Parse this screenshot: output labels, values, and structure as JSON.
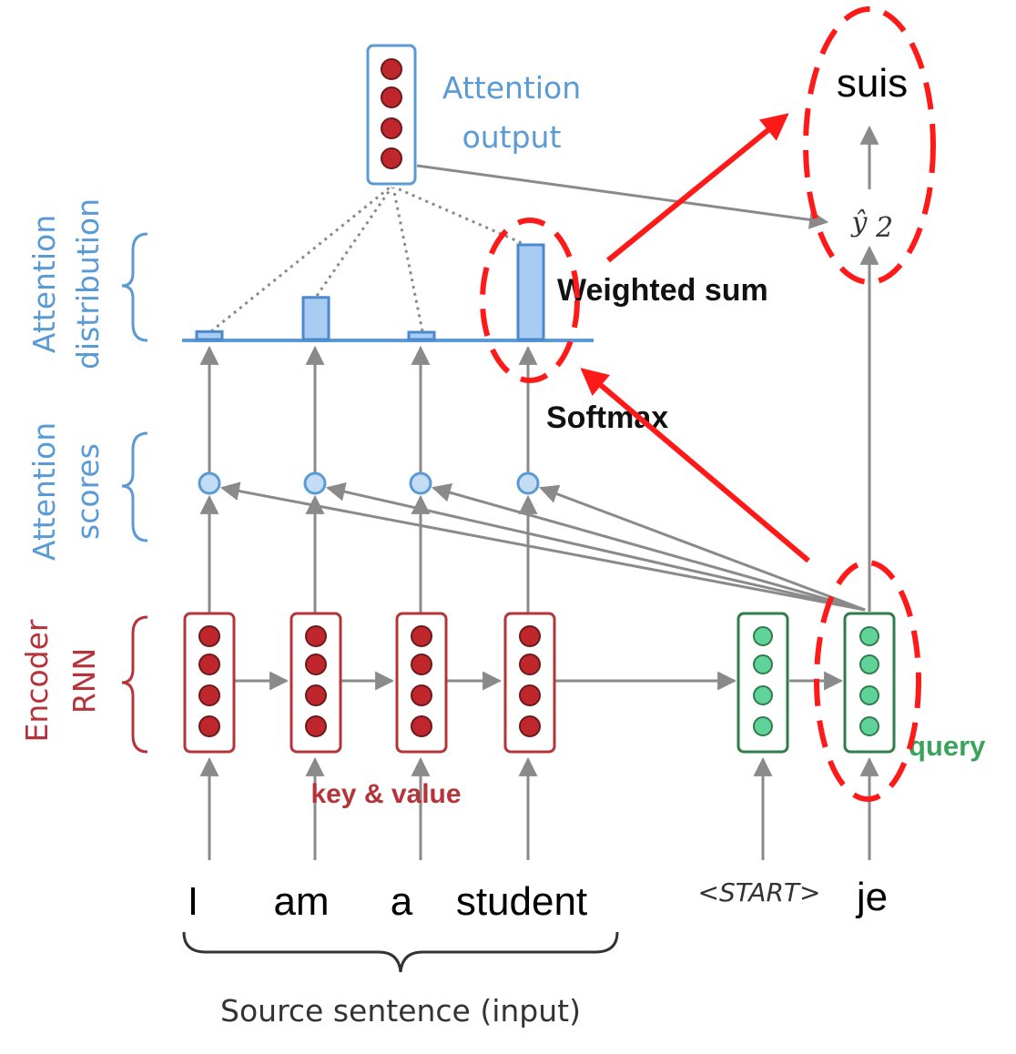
{
  "labels": {
    "attention_output_1": "Attention",
    "attention_output_2": "output",
    "attention_distribution_1": "Attention",
    "attention_distribution_2": "distribution",
    "attention_scores_1": "Attention",
    "attention_scores_2": "scores",
    "encoder_rnn_1": "Encoder",
    "encoder_rnn_2": "RNN",
    "weighted_sum": "Weighted sum",
    "softmax": "Softmax",
    "key_value": "key & value",
    "query": "query",
    "source_sentence": "Source sentence (input)",
    "output_word": "suis",
    "y_hat": "ŷ",
    "y_hat_sub": "2"
  },
  "source_words": [
    "I",
    "am",
    "a",
    "student"
  ],
  "decoder_words": [
    "<START>",
    "je"
  ],
  "attention_distribution": [
    0.06,
    0.32,
    0.05,
    0.72
  ],
  "colors": {
    "encoder": "#b5343a",
    "decoder": "#3aa35a",
    "attention": "#5b9bd5",
    "highlight": "#ff1a1a",
    "connector": "#8a8a8a"
  }
}
